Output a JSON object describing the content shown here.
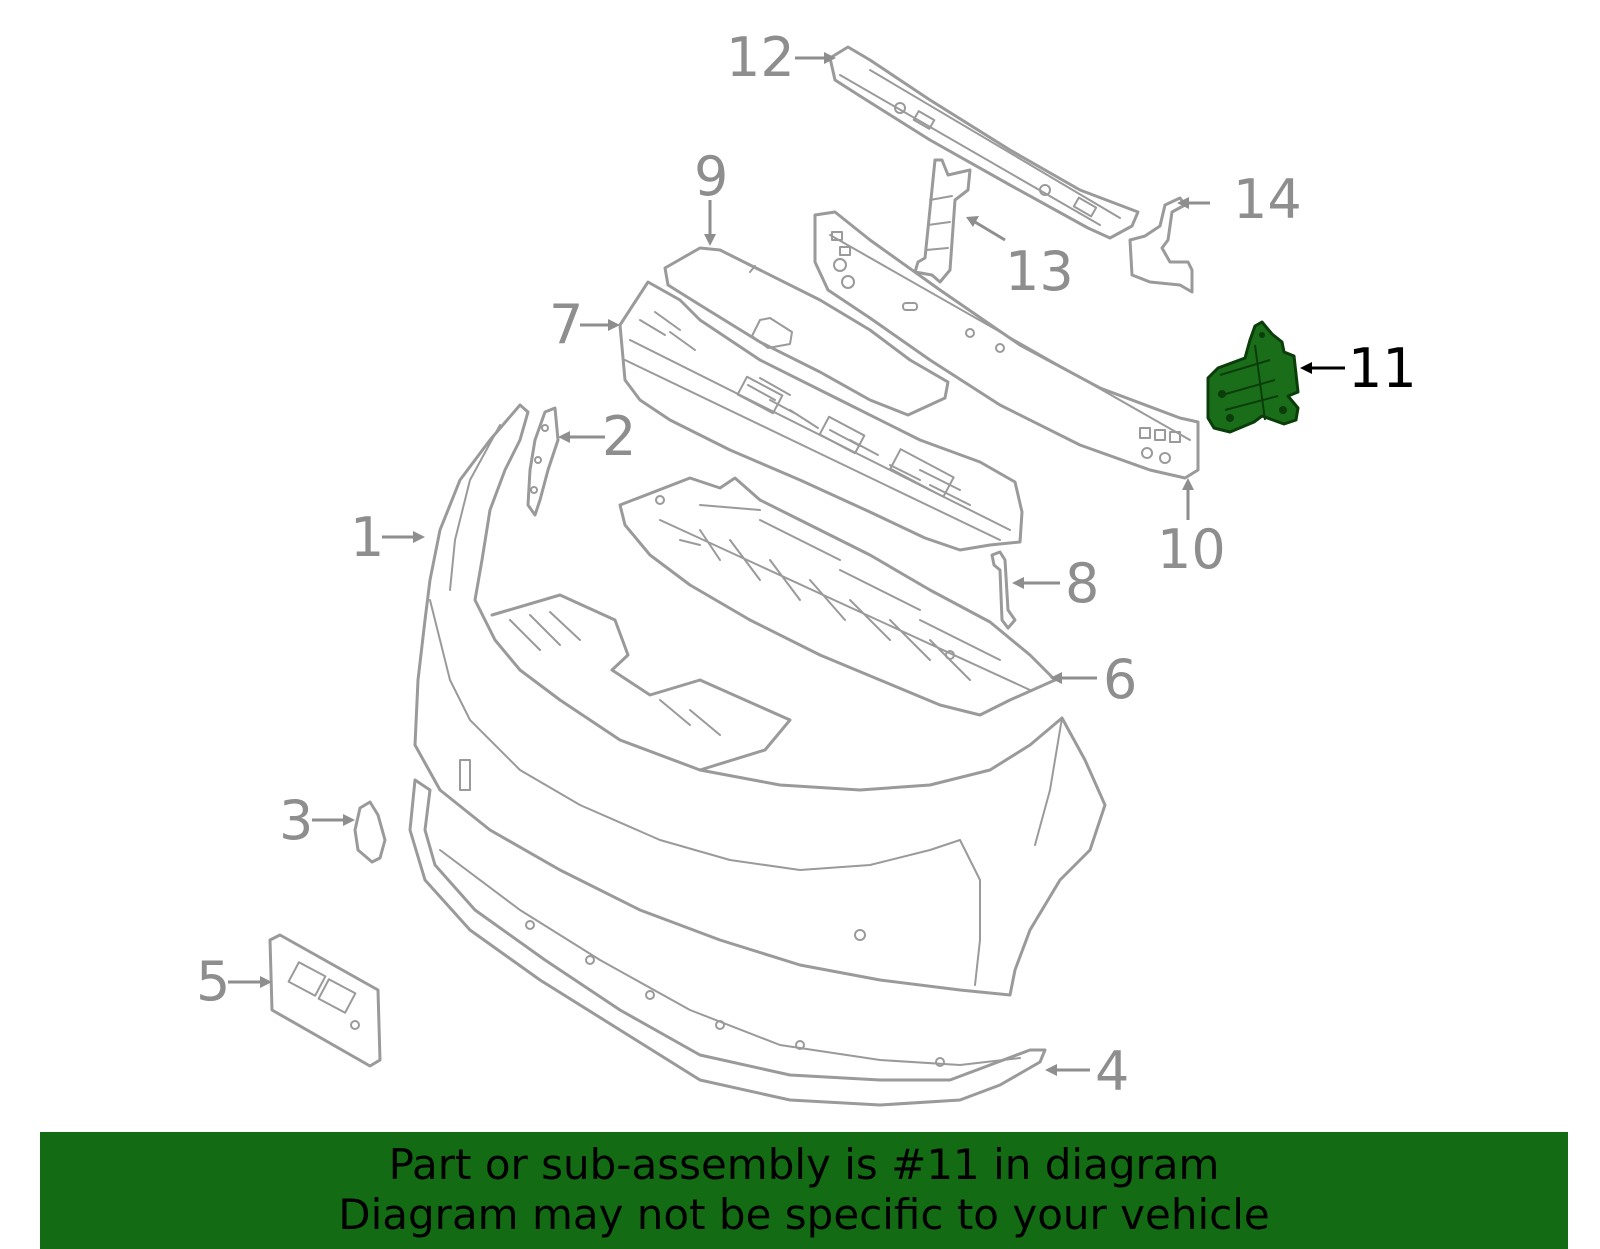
{
  "diagram": {
    "highlight_color": "#136c13",
    "callouts": [
      {
        "id": "1",
        "label": "1"
      },
      {
        "id": "2",
        "label": "2"
      },
      {
        "id": "3",
        "label": "3"
      },
      {
        "id": "4",
        "label": "4"
      },
      {
        "id": "5",
        "label": "5"
      },
      {
        "id": "6",
        "label": "6"
      },
      {
        "id": "7",
        "label": "7"
      },
      {
        "id": "8",
        "label": "8"
      },
      {
        "id": "9",
        "label": "9"
      },
      {
        "id": "10",
        "label": "10"
      },
      {
        "id": "11",
        "label": "11",
        "highlighted": true
      },
      {
        "id": "12",
        "label": "12"
      },
      {
        "id": "13",
        "label": "13"
      },
      {
        "id": "14",
        "label": "14"
      }
    ]
  },
  "banner": {
    "line1": "Part or sub-assembly is #11 in diagram",
    "line2": "Diagram may not be specific to your vehicle",
    "background": "#136c13"
  }
}
